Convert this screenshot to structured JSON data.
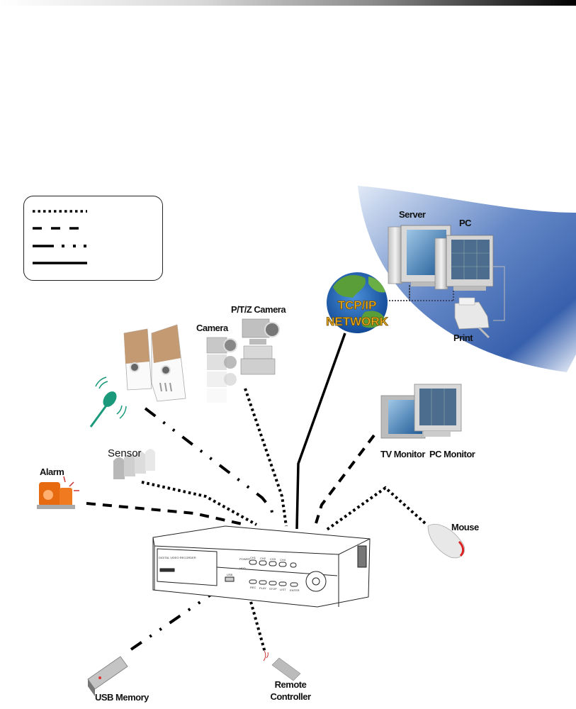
{
  "legend": {
    "styles": [
      "dotted",
      "dashed",
      "dash-dot-dot",
      "solid"
    ]
  },
  "devices": {
    "server": "Server",
    "pc": "PC",
    "print": "Print",
    "network_line1": "TCP/IP",
    "network_line2": "NETWORK",
    "camera": "Camera",
    "ptz_camera": "P/T/Z Camera",
    "tv_monitor": "TV Monitor",
    "pc_monitor": "PC Monitor",
    "sensor": "Sensor",
    "alarm": "Alarm",
    "mouse": "Mouse",
    "usb_memory": "USB Memory",
    "remote_line1": "Remote",
    "remote_line2": "Controller"
  },
  "dvr": {
    "model_text": "DIGITAL VIDEO RECORDER",
    "brand": "▮▮▮▮▮▮▮",
    "power": "POWER",
    "hdd": "HDD",
    "usb": "USB",
    "channels": [
      "CH1",
      "CH2",
      "CH3",
      "CH4"
    ],
    "buttons": [
      "REC",
      "PLAY",
      "STOP",
      "LIST",
      "ENTER"
    ]
  },
  "colors": {
    "globe_ocean": "#1e5fb0",
    "globe_land": "#5a9e3a",
    "network_text": "#f0b020",
    "sky_blue": "#3a6ab8",
    "mic_green": "#1a9a7a",
    "speaker_tan": "#c49a72",
    "alarm_orange": "#e86a10"
  }
}
